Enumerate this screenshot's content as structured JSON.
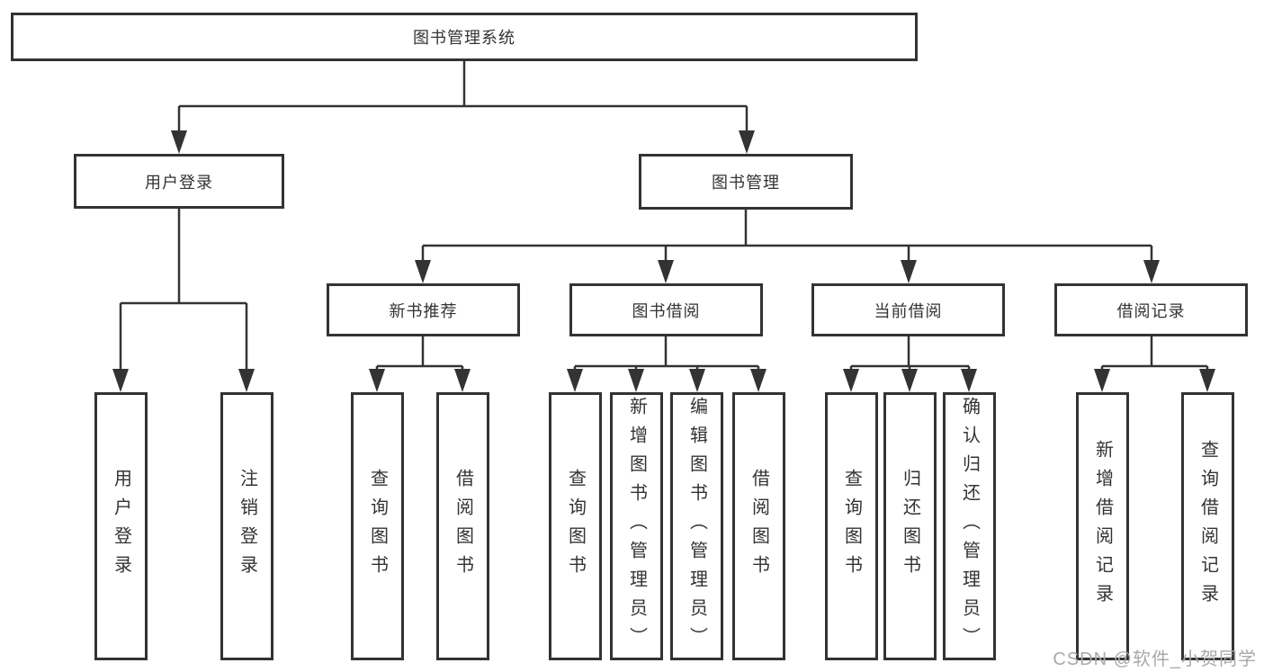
{
  "colors": {
    "line": "#333333",
    "box_border": "#333333",
    "text": "#333333",
    "background": "#ffffff",
    "watermark": "#a9a9a9"
  },
  "tree": {
    "root": "图书管理系统",
    "branches": [
      {
        "label": "用户登录",
        "children": [
          "用户登录",
          "注销登录"
        ]
      },
      {
        "label": "图书管理",
        "children": [
          {
            "label": "新书推荐",
            "children": [
              "查询图书",
              "借阅图书"
            ]
          },
          {
            "label": "图书借阅",
            "children": [
              "查询图书",
              "新增图书（管理员）",
              "编辑图书（管理员）",
              "借阅图书"
            ]
          },
          {
            "label": "当前借阅",
            "children": [
              "查询图书",
              "归还图书",
              "确认归还（管理员）"
            ]
          },
          {
            "label": "借阅记录",
            "children": [
              "新增借阅记录",
              "查询借阅记录"
            ]
          }
        ]
      }
    ]
  },
  "watermark": "CSDN @软件_小贺同学"
}
